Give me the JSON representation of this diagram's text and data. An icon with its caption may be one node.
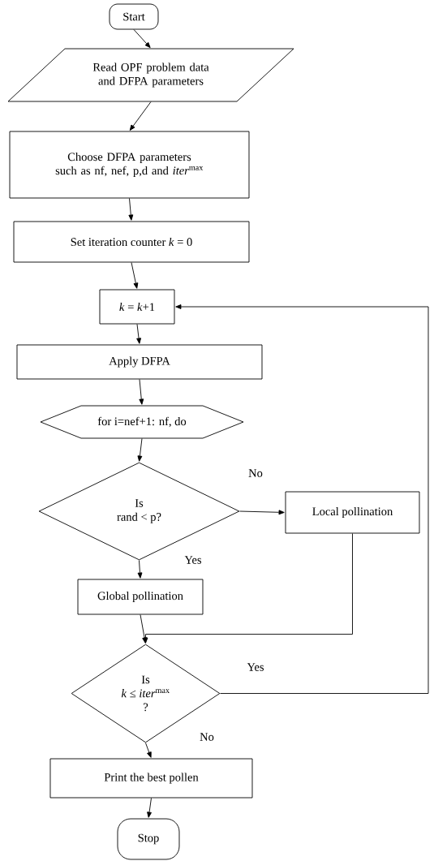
{
  "diagram": {
    "nodes": [
      {
        "text": [
          "Start"
        ]
      },
      {
        "text": [
          "Read OPF problem data and DFPA parameters"
        ]
      },
      {
        "text": [
          "Choose DFPA parameters such as nf, nef, p,d and *iter*$^{max}$"
        ]
      },
      {
        "text": [
          "Set iteration counter *k* = 0"
        ]
      },
      {
        "text": [
          "*k* = *k*+1"
        ]
      },
      {
        "text": [
          "Apply DFPA"
        ]
      },
      {
        "text": [
          "for i=nef+1: nf, do"
        ]
      },
      {
        "text": [
          "Is",
          "rand < p?"
        ]
      },
      {
        "text": [
          "Local pollination"
        ]
      },
      {
        "text": [
          "Global pollination"
        ]
      },
      {
        "text": [
          "Is",
          "*k* ≤ *iter*$^{max}$",
          "?"
        ]
      },
      {
        "text": [
          "Print the best pollen"
        ]
      },
      {
        "text": [
          "Stop"
        ]
      }
    ],
    "edges": [
      {
        "from": 0,
        "to": 1,
        "arrow": "to"
      },
      {
        "from": 1,
        "to": 2,
        "arrow": "to"
      },
      {
        "from": 2,
        "to": 3,
        "arrow": "to"
      },
      {
        "from": 3,
        "to": 4,
        "arrow": "to"
      },
      {
        "from": 4,
        "to": 5,
        "arrow": "to"
      },
      {
        "from": 5,
        "to": 6,
        "arrow": "to"
      },
      {
        "from": 6,
        "to": 7,
        "arrow": "to"
      },
      {
        "from": 7,
        "to": 8,
        "arrow": "to",
        "label": "No"
      },
      {
        "from": 7,
        "to": 9,
        "arrow": "to",
        "label": "Yes"
      },
      {
        "from": 9,
        "to": 10,
        "arrow": "to"
      },
      {
        "from": 8,
        "to": 10,
        "arrow": "to"
      },
      {
        "from": 10,
        "to": 4,
        "arrow": "to",
        "label": "Yes"
      },
      {
        "from": 10,
        "to": 11,
        "arrow": "to",
        "label": "No"
      },
      {
        "from": 11,
        "to": 12,
        "arrow": "to"
      }
    ]
  }
}
